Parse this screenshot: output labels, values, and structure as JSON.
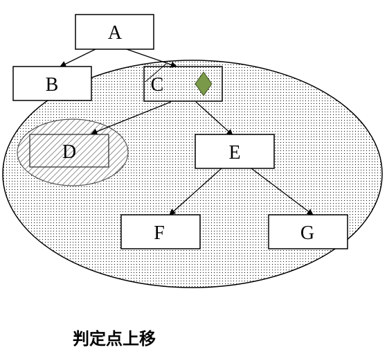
{
  "diagram": {
    "nodes": {
      "A": "A",
      "B": "B",
      "C": "C",
      "D": "D",
      "E": "E",
      "F": "F",
      "G": "G"
    },
    "caption": "判定点上移",
    "colors": {
      "line": "#000000",
      "region_dots": "#000000",
      "region_fill": "#ffffff",
      "hatch": "#444444",
      "decision_marker": "#7a9a4a",
      "decision_marker_stroke": "#3d4f22"
    },
    "edges": [
      [
        "A",
        "B"
      ],
      [
        "A",
        "C"
      ],
      [
        "C",
        "D"
      ],
      [
        "C",
        "E"
      ],
      [
        "E",
        "F"
      ],
      [
        "E",
        "G"
      ]
    ]
  }
}
